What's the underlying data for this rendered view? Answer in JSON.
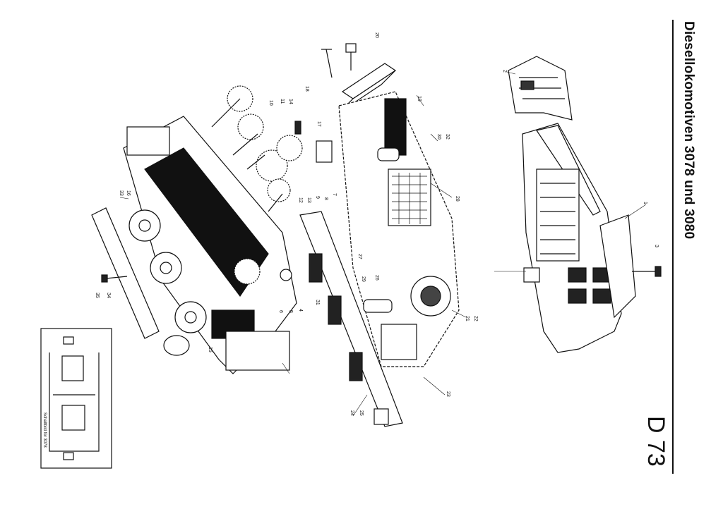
{
  "title": "Diesellokomotiven 3078 und 3080",
  "page_code": "D 73",
  "inset_caption": "Schaltbild für 3078",
  "part_numbers": [
    "1",
    "2",
    "3",
    "4",
    "5",
    "6",
    "7",
    "8",
    "9",
    "10",
    "11",
    "12",
    "13",
    "14",
    "15",
    "16",
    "17",
    "18",
    "19",
    "20",
    "21",
    "22",
    "23",
    "24",
    "25",
    "26",
    "27",
    "28",
    "29",
    "30",
    "31",
    "32",
    "33",
    "34",
    "35"
  ]
}
